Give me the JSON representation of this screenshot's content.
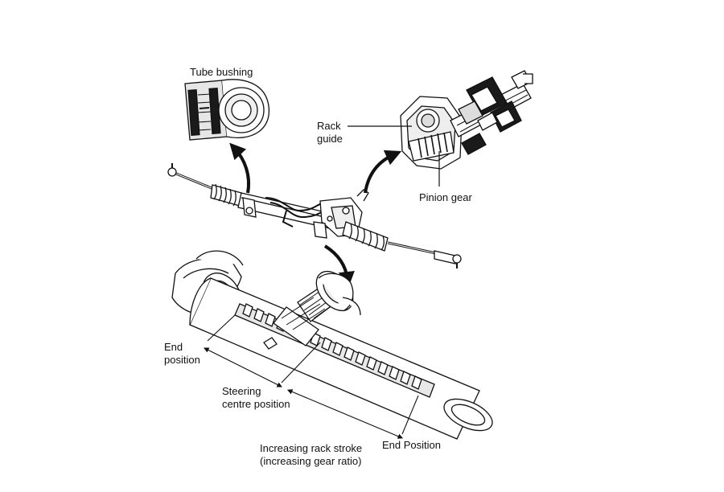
{
  "labels": {
    "tube_bushing": "Tube bushing",
    "rack_guide": "Rack\nguide",
    "pinion_gear": "Pinion gear",
    "end_position_left": "End\nposition",
    "steering_centre_position": "Steering\ncentre position",
    "end_position_right": "End Position",
    "increasing_rack_stroke": "Increasing rack stroke\n(increasing gear ratio)"
  },
  "colors": {
    "ink": "#111111",
    "fill": "#ffffff",
    "shade": "#d9d9d9",
    "dark": "#1a1a1a"
  }
}
